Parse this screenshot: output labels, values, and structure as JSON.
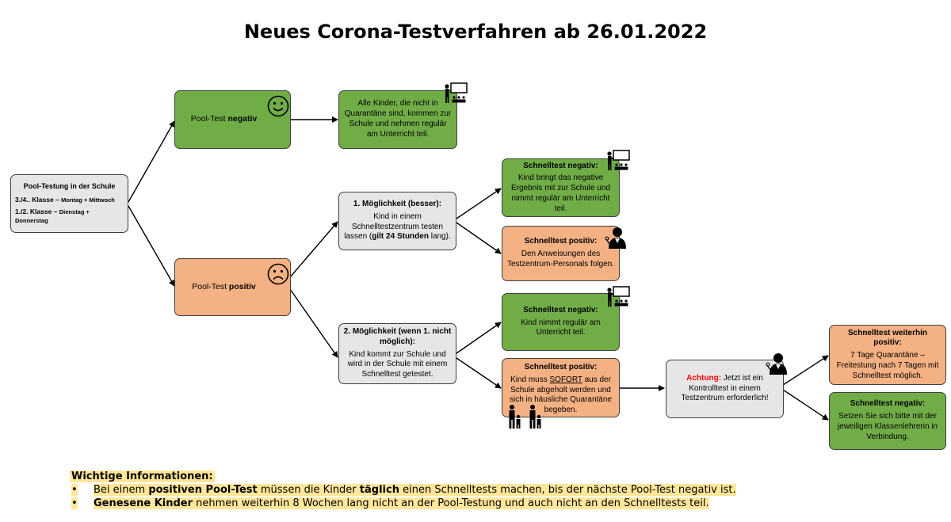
{
  "title": "Neues Corona-Testverfahren ab 26.01.2022",
  "start": {
    "title": "Pool-Testung in der Schule",
    "row1_a": "3./4.. Klasse – ",
    "row1_b": "Montag + Mittwoch",
    "row2_a": "1./2. Klasse – ",
    "row2_b": "Dienstag + Donnerstag"
  },
  "pool_negative": {
    "prefix": "Pool-Test ",
    "bold": "negativ"
  },
  "pool_positive": {
    "prefix": "Pool-Test ",
    "bold": "positiv"
  },
  "all_children": {
    "text": "Alle Kinder, die nicht in Quarantäne sind, kommen zur Schule und nehmen regulär am Unterricht teil."
  },
  "option1": {
    "heading": "1. Möglichkeit (besser):",
    "text_a": "Kind in einem Schnelltestzentrum testen lassen (",
    "text_bold": "gilt 24 Stunden",
    "text_b": " lang)."
  },
  "option2": {
    "heading": "2. Möglichkeit (wenn 1. nicht möglich):",
    "text": "Kind kommt zur Schule und wird in der Schule mit einem Schnelltest getestet."
  },
  "o1_negative": {
    "heading": "Schnelltest negativ:",
    "text": "Kind bringt das negative Ergebnis mit zur Schule und nimmt regulär am Unterricht teil."
  },
  "o1_positive": {
    "heading": "Schnelltest positiv:",
    "text": "Den Anweisungen des Testzentrum-Personals folgen."
  },
  "o2_negative": {
    "heading": "Schnelltest negativ:",
    "text": "Kind nimmt regulär am Unterricht teil."
  },
  "o2_positive": {
    "heading": "Schnelltest positiv:",
    "text_a": "Kind muss ",
    "text_ul": "SOFORT",
    "text_b": " aus der Schule abgeholt werden und sich in häusliche Quarantäne begeben."
  },
  "attention": {
    "label": "Achtung:",
    "text": " Jetzt ist ein Kontrolltest in einem Testzentrum erforderlich!"
  },
  "still_positive": {
    "heading": "Schnelltest weiterhin positiv:",
    "text": "7 Tage Quarantäne – Freitestung nach 7 Tagen mit Schnelltest möglich."
  },
  "final_negative": {
    "heading": "Schnelltest negativ:",
    "text": "Setzen Sie sich bitte mit der jeweiligen Klassenlehrerin in Verbindung."
  },
  "info": {
    "title": "Wichtige Informationen:",
    "bullet": "•",
    "b1_a": "Bei einem ",
    "b1_bold1": "positiven Pool-Test",
    "b1_b": " müssen die Kinder ",
    "b1_bold2": "täglich",
    "b1_c": "  einen Schnelltests machen, bis der nächste Pool-Test negativ ist.",
    "b2_bold": "Genesene Kinder",
    "b2_a": " nehmen weiterhin 8 Wochen lang nicht an der Pool-Testung und auch nicht an den Schnelltests teil."
  },
  "colors": {
    "green": "#70ad47",
    "orange": "#f4b183",
    "grey": "#e7e6e6",
    "highlight": "#ffe699",
    "alert_red": "#ff0000"
  },
  "icons": [
    "smiley-happy-icon",
    "smiley-sad-icon",
    "teacher-classroom-icon",
    "doctor-icon",
    "parent-child-icon"
  ]
}
